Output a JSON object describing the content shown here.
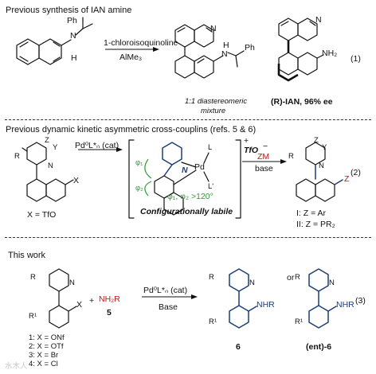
{
  "section1": {
    "title": "Previous synthesis of IAN amine",
    "amine_labels": {
      "ph": "Ph",
      "n": "N",
      "h": "H"
    },
    "reagent1": "1-chloroisoquinoline",
    "reagent2": "AlMe₃",
    "product_n": "N",
    "product_nh": "N",
    "product_h": "H",
    "product_ph": "Ph",
    "caption1": "1:1 diastereomeric",
    "caption2": "mixture",
    "ian_n": "N",
    "ian_nh2": "NH₂",
    "ian_label": "(R)-IAN, 96% ee",
    "eq_number": "(1)"
  },
  "section2": {
    "title": "Previous dynamic kinetic asymmetric cross-couplins (refs. 5 & 6)",
    "sm_z": "Z",
    "sm_y": "Y",
    "sm_r": "R",
    "sm_n": "N",
    "sm_x": "X",
    "sm_label": "X = TfO",
    "catalyst": "Pd⁰L*ₙ (cat)",
    "phi1": "φ₁",
    "phi2": "φ₂",
    "int_n": "N",
    "int_pd": "Pd",
    "int_l": "L",
    "int_lp": "L'",
    "angle_text": "φ₁, φ₂ >120°",
    "int_label": "Configurationally labile",
    "charge": "+",
    "counterion": "TfO",
    "counterion_charge": "−",
    "reagent_zm": "ZM",
    "reagent_base": "base",
    "prod_z": "Z",
    "prod_y": "Y",
    "prod_r": "R",
    "prod_n": "N",
    "prod_z2": "Z",
    "prod_label1": "I: Z = Ar",
    "prod_label2": "II: Z = PR₂",
    "eq_number": "(2)"
  },
  "section3": {
    "title": "This work",
    "sm_r": "R",
    "sm_r1": "R¹",
    "sm_n": "N",
    "sm_x": "X",
    "sm_list": [
      "1: X = ONf",
      "2: X = OTf",
      "3: X = Br",
      "4: X = Cl"
    ],
    "plus": "+",
    "amine": "NH₂R",
    "amine_num": "5",
    "catalyst": "Pd⁰L*ₙ (cat)",
    "base": "Base",
    "p_r": "R",
    "p_r1": "R¹",
    "p_n": "N",
    "p_nhr": "NHR",
    "p_label": "6",
    "or": "or",
    "e_r": "R",
    "e_r1": "R¹",
    "e_n": "N",
    "e_nhr": "NHR",
    "e_label": "(ent)-6",
    "eq_number": "(3)"
  },
  "watermark": "水木人"
}
